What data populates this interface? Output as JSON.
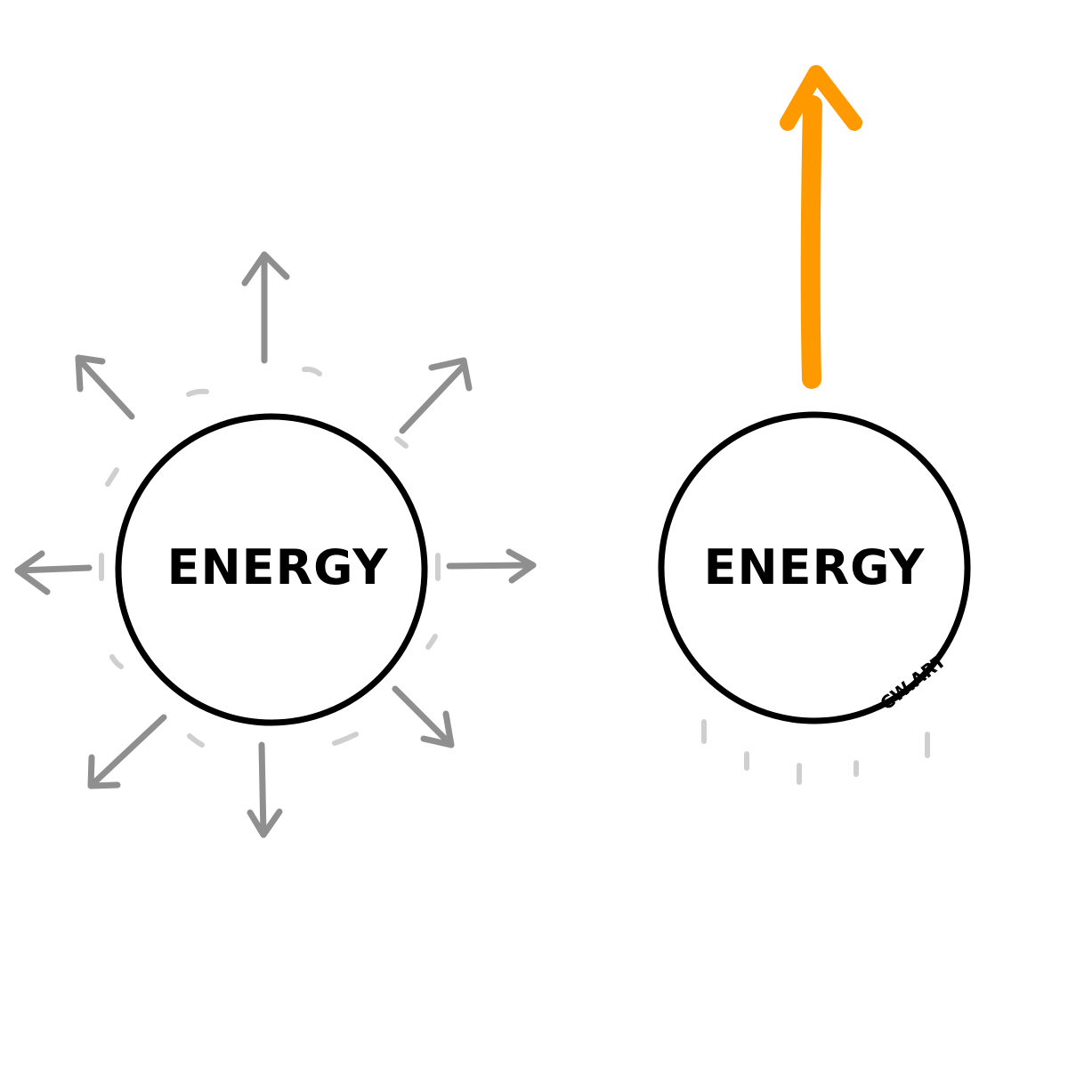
{
  "diagrams": {
    "left": {
      "label": "ENERGY"
    },
    "right": {
      "label": "ENERGY"
    }
  },
  "signature": "CW.ART",
  "colors": {
    "stroke": "#000000",
    "scattered_arrows": "#8f8f8f",
    "faint_marks": "#cfcfcf",
    "focused_arrow": "#ff9900",
    "background": "#ffffff"
  }
}
